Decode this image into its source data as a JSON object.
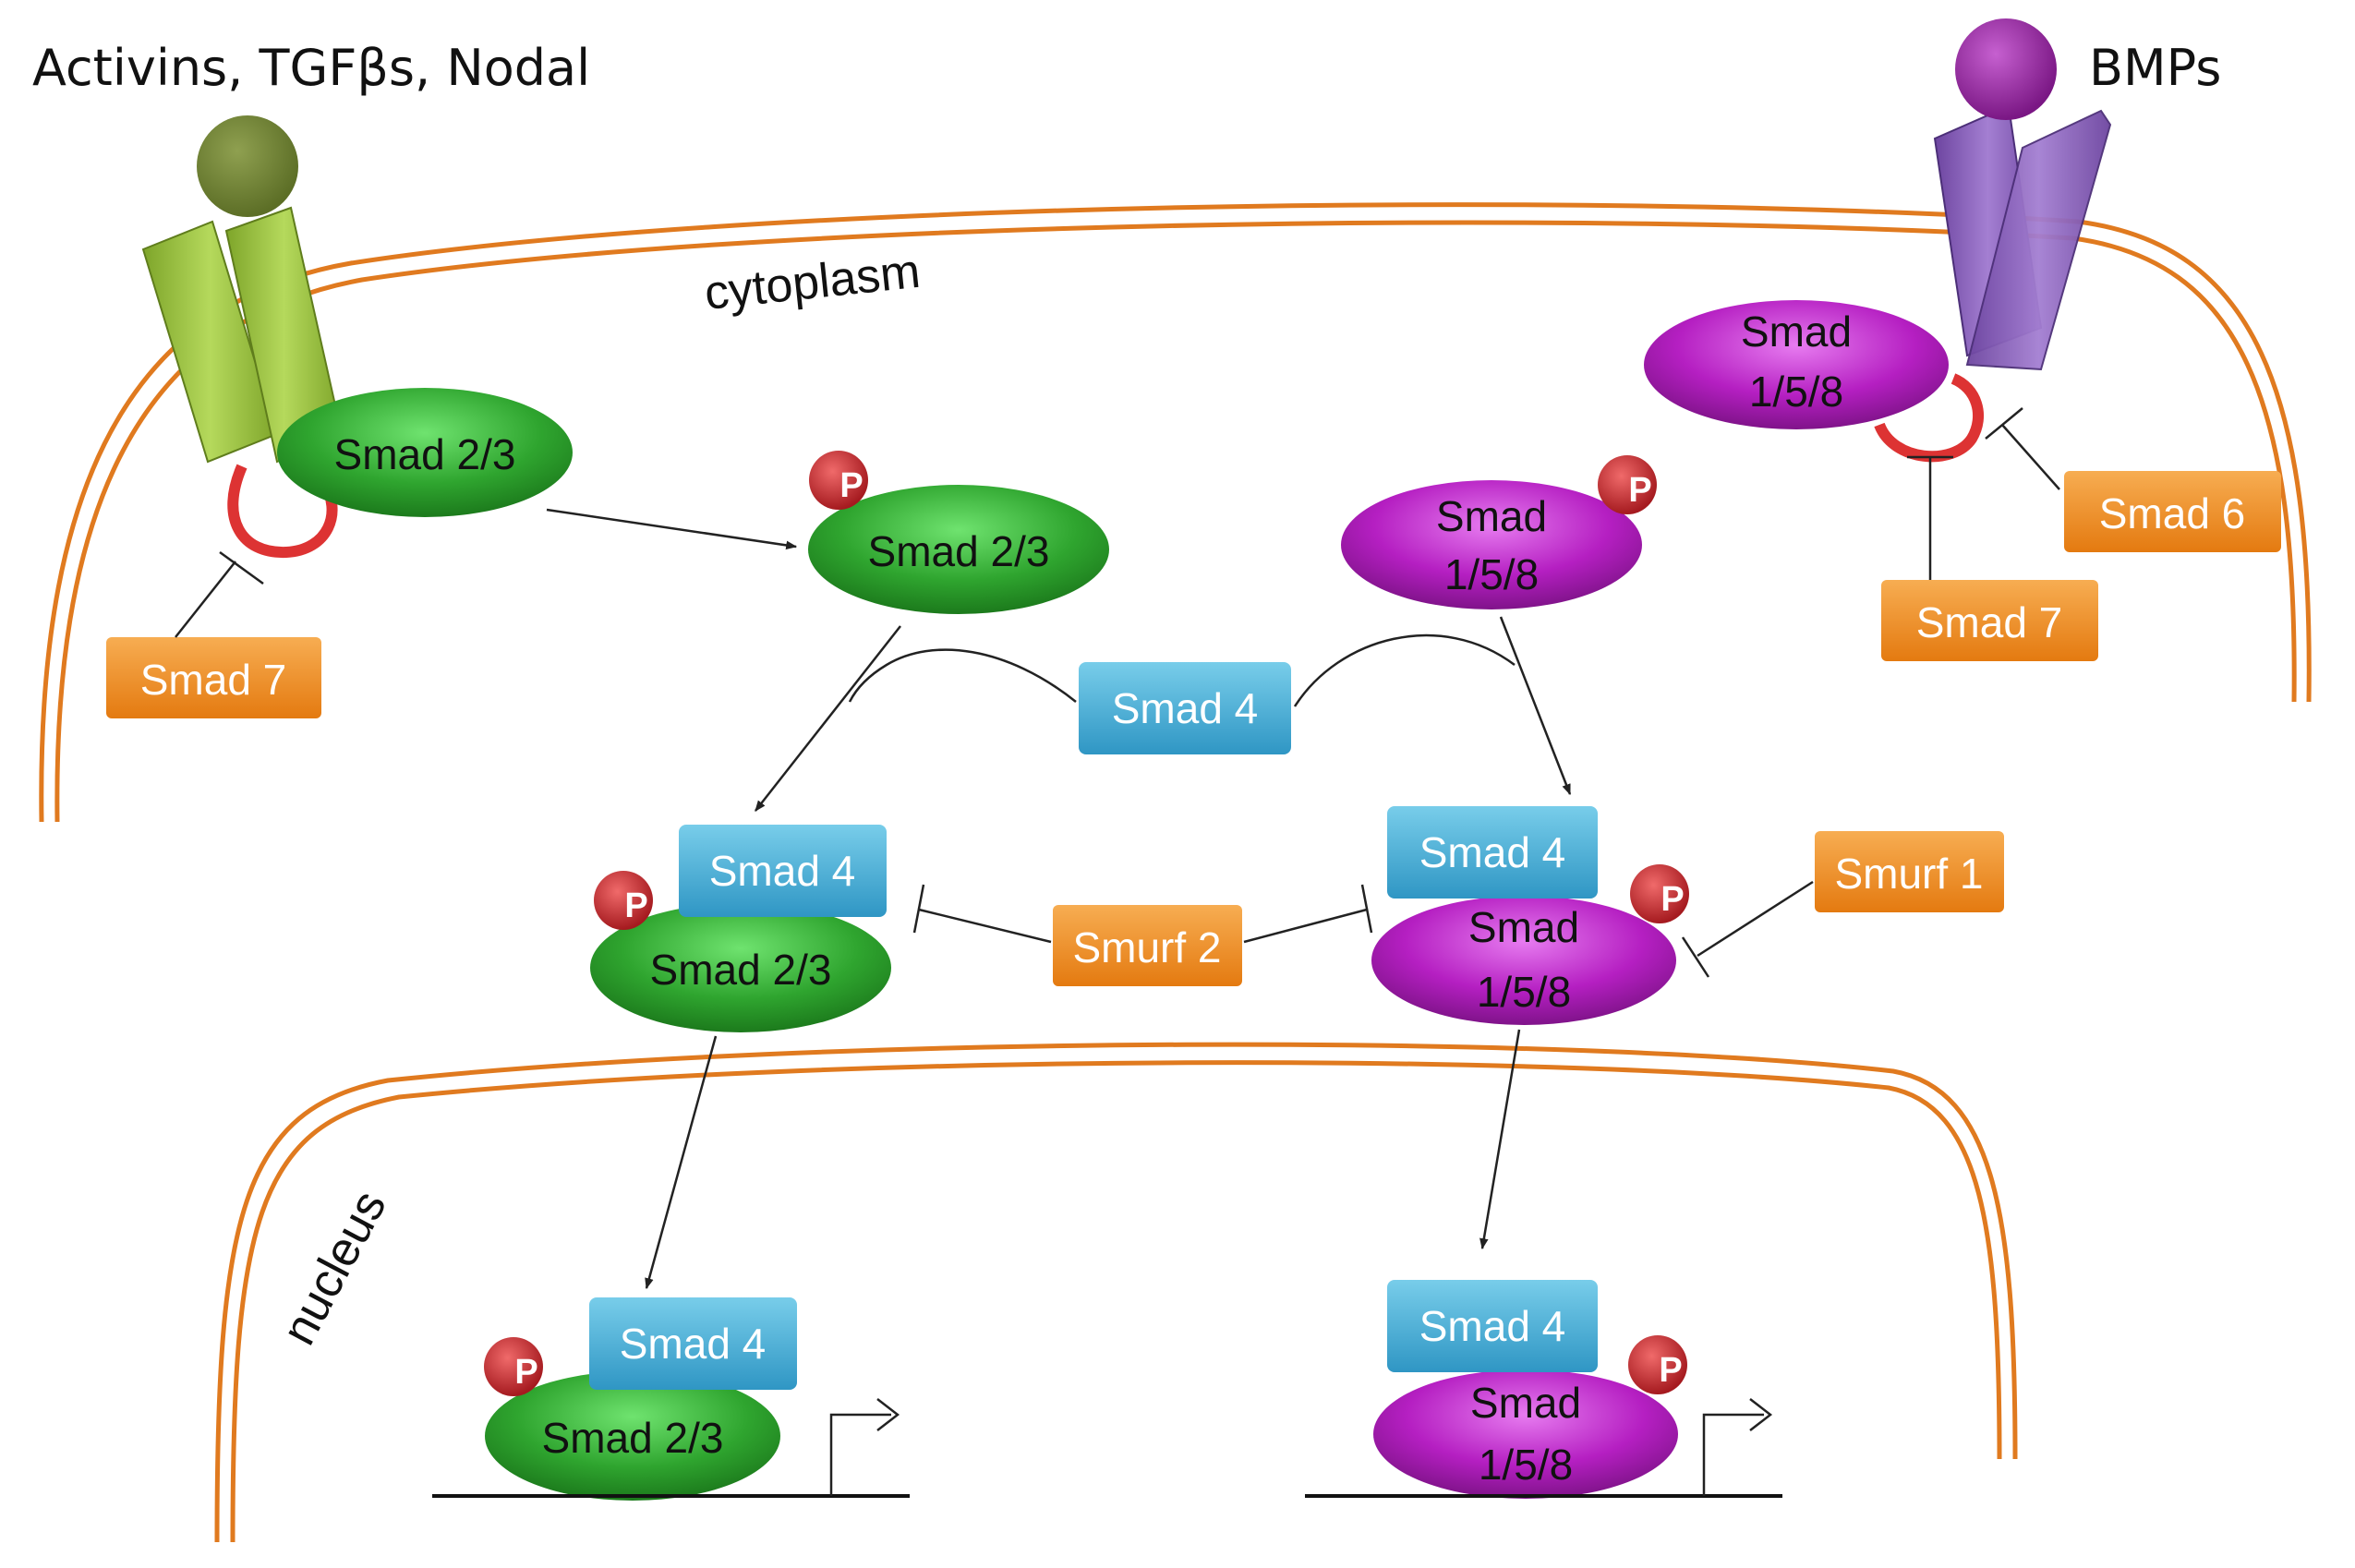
{
  "ligands": {
    "left_label": "Activins, TGFβs, Nodal",
    "right_label": "BMPs"
  },
  "compartments": {
    "cytoplasm": "cytoplasm",
    "nucleus": "nucleus"
  },
  "molecules": {
    "smad23": "Smad 2/3",
    "smad158_line1": "Smad",
    "smad158_line2": "1/5/8",
    "smad4": "Smad 4",
    "smad6": "Smad 6",
    "smad7": "Smad 7",
    "smurf1": "Smurf 1",
    "smurf2": "Smurf 2",
    "phospho": "P"
  },
  "colors": {
    "green": "#2fa52f",
    "magenta": "#b51fc2",
    "blue": "#3eaad6",
    "orange": "#f08a1c",
    "phospho_red": "#c8262c",
    "membrane": "#e07a1f",
    "receptor_olive": "#9bc53d",
    "receptor_purple": "#8a5bb8"
  }
}
